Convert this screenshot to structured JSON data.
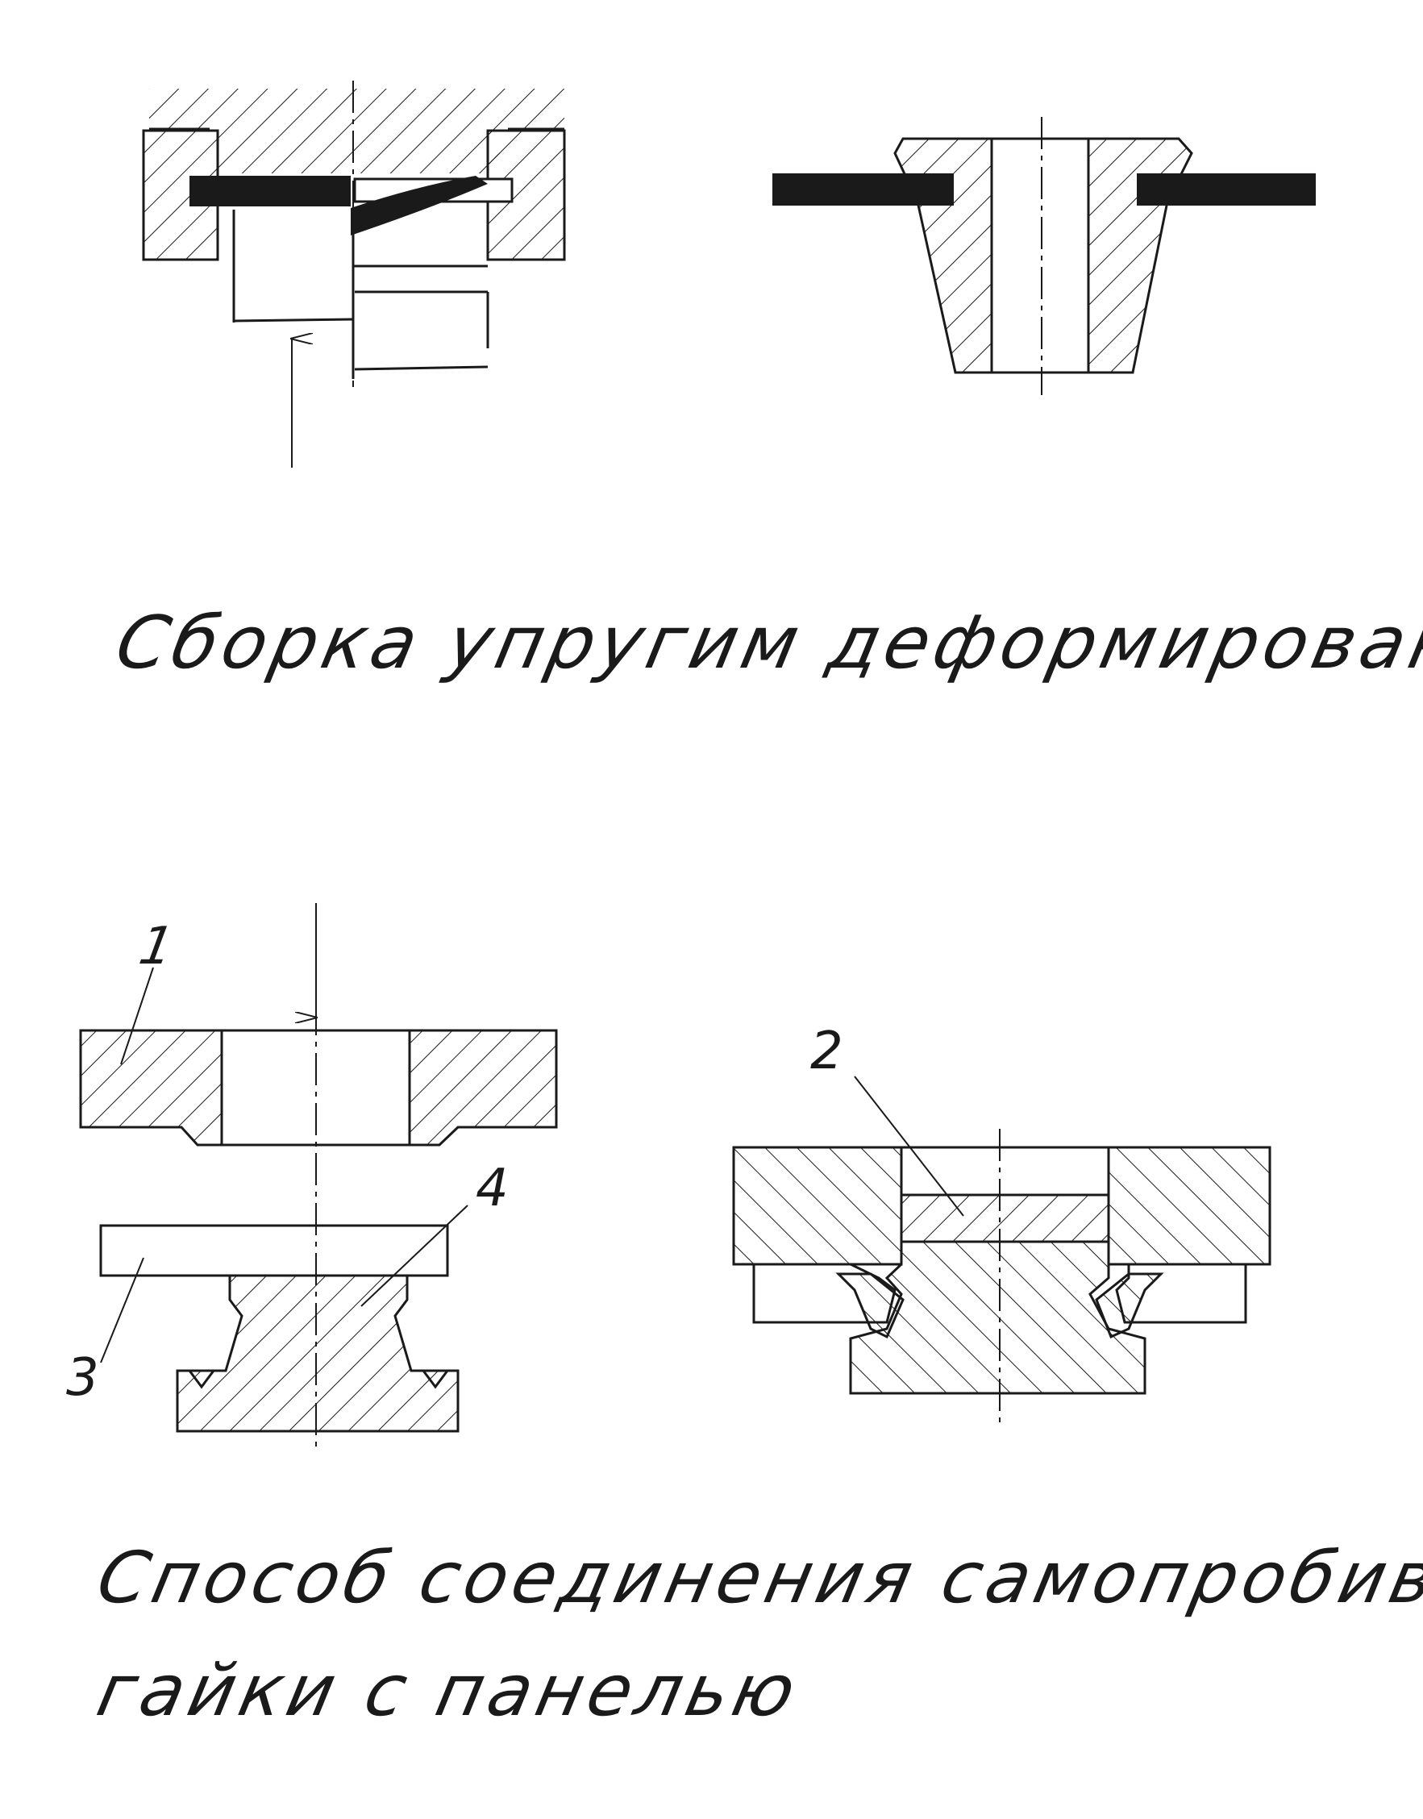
{
  "captions": {
    "elastic_assembly": "Сборка упругим деформированием",
    "self_piercing_nut_line1": "Способ соединения самопробивающей",
    "self_piercing_nut_line2": "гайки с панелью"
  },
  "callouts": {
    "punch": "1",
    "nut": "2",
    "panel": "3",
    "die": "4"
  },
  "colors": {
    "ink": "#1a1a1a",
    "paper": "#ffffff"
  }
}
